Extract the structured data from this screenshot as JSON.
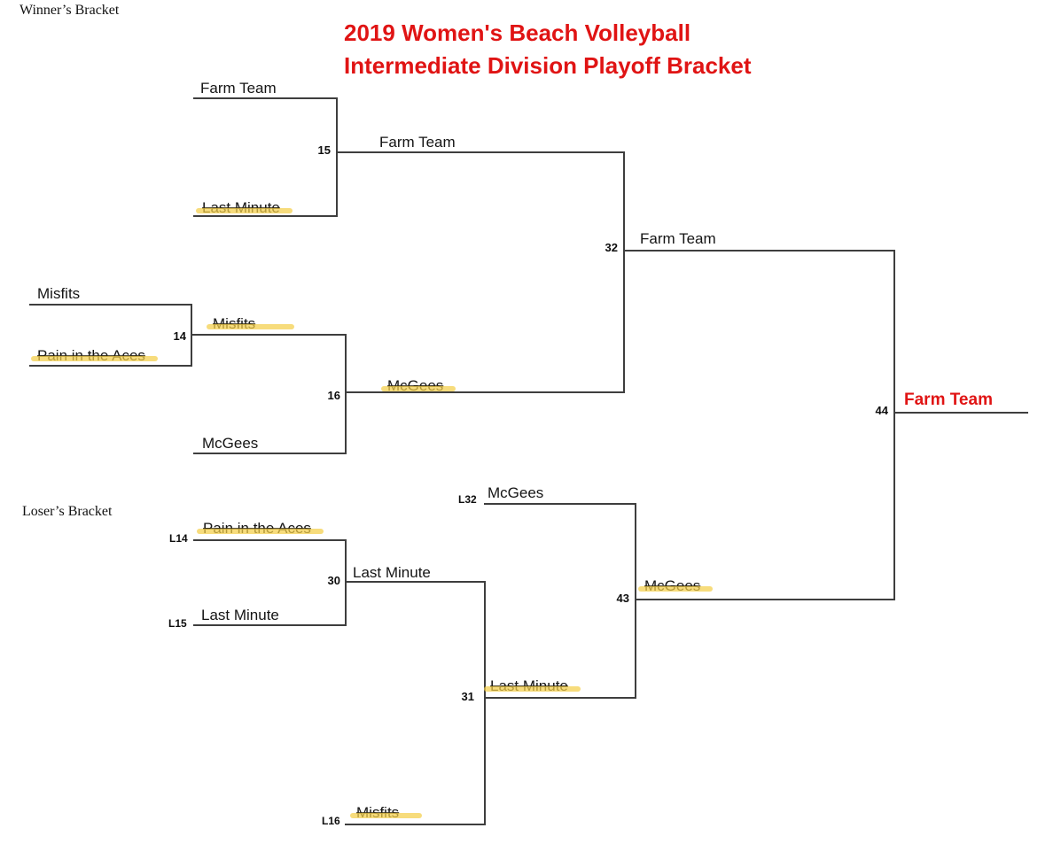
{
  "header": {
    "title_line1": "2019 Women's Beach Volleyball",
    "title_line2": "Intermediate Division Playoff Bracket",
    "winners_bracket_label": "Winner’s Bracket",
    "losers_bracket_label": "Loser’s Bracket"
  },
  "colors": {
    "title_red": "#e01414",
    "champion_red": "#e01414",
    "highlighter_yellow": "#f4cf4a",
    "bracket_line": "#3e3e3e",
    "text_black": "#151515"
  },
  "teams": [
    "Farm Team",
    "Last Minute",
    "Misfits",
    "Pain in the Aces",
    "McGees"
  ],
  "winners_bracket": {
    "match15": {
      "number": "15",
      "top_team": "Farm Team",
      "bottom_team": "Last Minute",
      "winner": "Farm Team"
    },
    "match14": {
      "number": "14",
      "top_team": "Misfits",
      "bottom_team": "Pain in the Aces",
      "winner": "Misfits"
    },
    "match16": {
      "number": "16",
      "bottom_team": "McGees",
      "winner": "McGees"
    },
    "match32": {
      "number": "32",
      "winner": "Farm Team"
    }
  },
  "losers_bracket": {
    "match30": {
      "number": "30",
      "top_seed": "L14",
      "top_team": "Pain in the Aces",
      "bottom_seed": "L15",
      "bottom_team": "Last Minute",
      "winner": "Last Minute"
    },
    "match31": {
      "number": "31",
      "bottom_seed": "L16",
      "bottom_team": "Misfits",
      "winner": "Last Minute"
    },
    "match43": {
      "number": "43",
      "top_seed": "L32",
      "top_team": "McGees",
      "winner": "McGees"
    }
  },
  "final": {
    "number": "44",
    "champion": "Farm Team"
  }
}
